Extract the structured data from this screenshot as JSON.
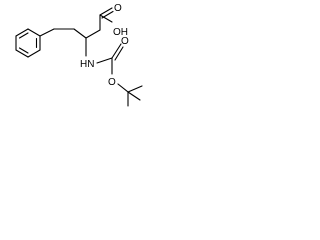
{
  "molecule": {
    "labels": {
      "carboxylic_oh": "OH",
      "carbonyl_o_acid": "O",
      "amine_nh": "HN",
      "carbamate_o_ester": "O",
      "carbamate_o_carbonyl": "O"
    },
    "colors": {
      "bond": "#000000",
      "text": "#000000",
      "background": "#ffffff"
    }
  }
}
